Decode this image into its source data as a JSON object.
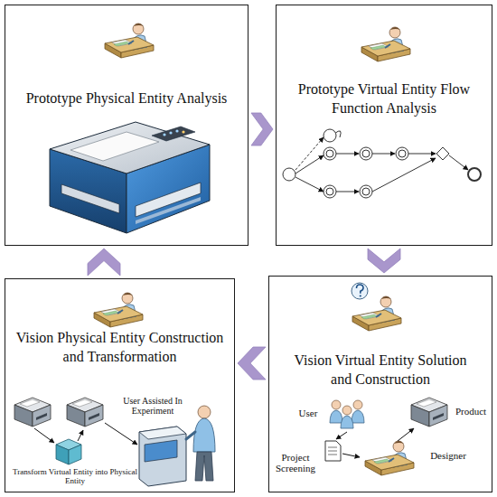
{
  "diagram": {
    "nodes": [
      {
        "text": [
          "Prototype Physical Entity Analysis"
        ]
      },
      {
        "text": [
          "Prototype Virtual Entity Flow Function Analysis"
        ]
      },
      {
        "text": [
          "Vision Physical Entity Construction and Transformation"
        ]
      },
      {
        "text": [
          "Vision Virtual Entity Solution and Construction"
        ]
      }
    ],
    "edges": [
      {
        "from": 0,
        "to": 1,
        "arrow": "to"
      },
      {
        "from": 1,
        "to": 3,
        "arrow": "to"
      },
      {
        "from": 3,
        "to": 2,
        "arrow": "to"
      },
      {
        "from": 2,
        "to": 0,
        "arrow": "to"
      }
    ],
    "labels": [
      "User",
      "Project Screening",
      "Product",
      "Designer",
      "Transform Virtual Entity into Physical Entity",
      "User Assisted In Experiment"
    ]
  }
}
